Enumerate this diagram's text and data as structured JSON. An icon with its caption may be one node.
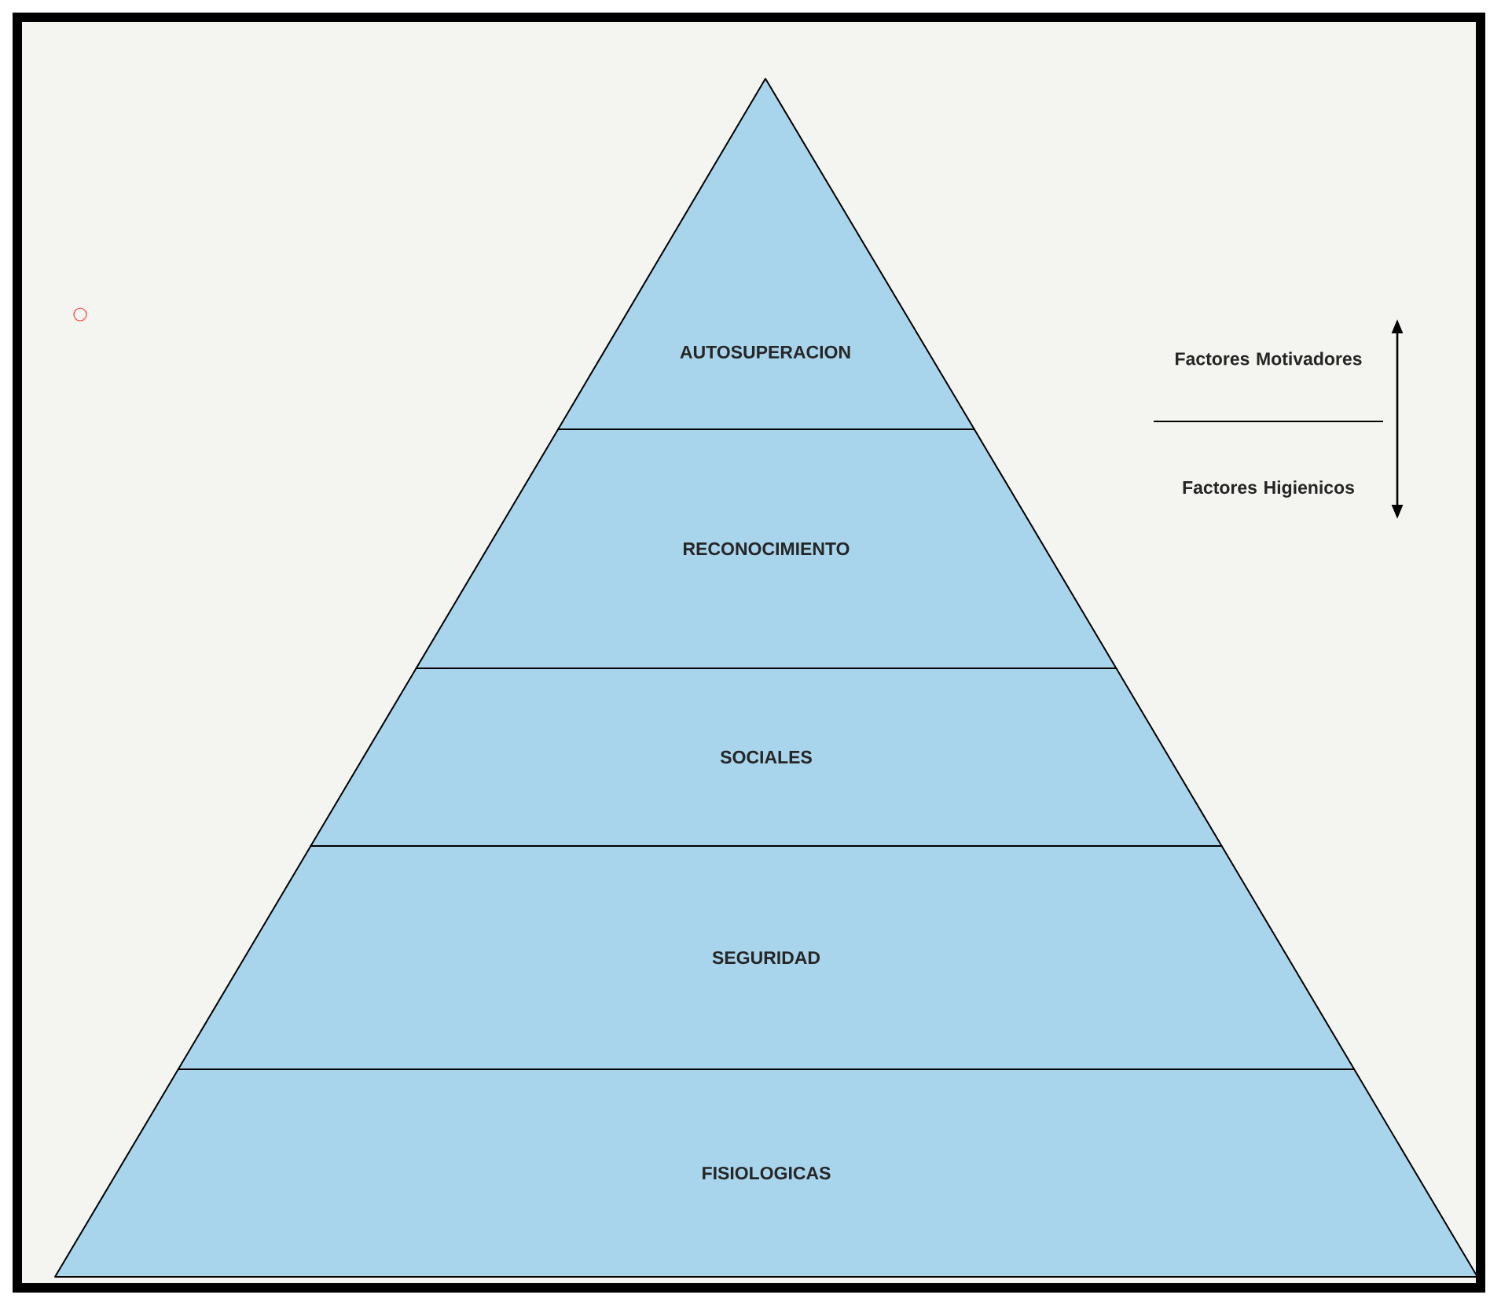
{
  "diagram": {
    "nodes": [
      {
        "text": [
          "AUTOSUPERACION"
        ]
      },
      {
        "text": [
          "RECONOCIMIENTO"
        ]
      },
      {
        "text": [
          "SOCIALES"
        ]
      },
      {
        "text": [
          "SEGURIDAD"
        ]
      },
      {
        "text": [
          "FISIOLOGICAS"
        ]
      }
    ],
    "labels": [
      "Factores Motivadores",
      "Factores Higienicos"
    ]
  }
}
